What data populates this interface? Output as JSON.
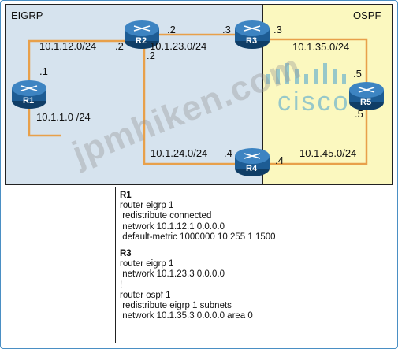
{
  "zones": {
    "left": "EIGRP",
    "right": "OSPF"
  },
  "routers": [
    "R1",
    "R2",
    "R3",
    "R4",
    "R5"
  ],
  "networks": [
    "10.1.12.0/24",
    "10.1.23.0/24",
    "10.1.24.0/24",
    "10.1.1.0 /24",
    "10.1.35.0/24",
    "10.1.45.0/24"
  ],
  "interfaces": {
    "r1_up": ".1",
    "r2_left": ".2",
    "r2_right": ".2",
    "r2_down": ".2",
    "r3_left": ".3",
    "r3_right": ".3",
    "r4_left": ".4",
    "r4_right": ".4",
    "r5_top": ".5",
    "r5_bottom": ".5"
  },
  "config": {
    "r1": {
      "title": "R1",
      "lines": [
        "router eigrp 1",
        " redistribute connected",
        " network 10.1.12.1 0.0.0.0",
        " default-metric 1000000 10 255 1 1500"
      ]
    },
    "r3": {
      "title": "R3",
      "lines": [
        "router eigrp 1",
        " network 10.1.23.3 0.0.0.0",
        "!",
        "router ospf 1",
        " redistribute eigrp 1 subnets",
        " network 10.1.35.3 0.0.0.0 area 0"
      ]
    }
  },
  "watermark": "jpmhiken.com",
  "logo_text": "cisco",
  "colors": {
    "link": "#e8a04a",
    "router": "#1d5c94",
    "eigrp_bg": "#d6e3ee",
    "ospf_bg": "#fbf8bf"
  }
}
